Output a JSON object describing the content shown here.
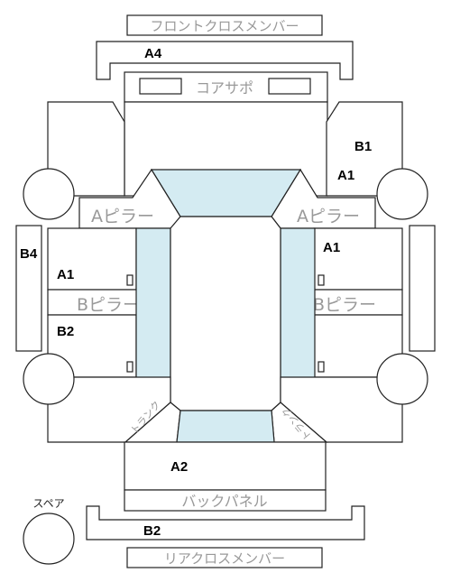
{
  "labels": {
    "front_cross_member": "フロントクロスメンバー",
    "core_support": "コアサポ",
    "a_pillar_left": "Aピラー",
    "a_pillar_right": "Aピラー",
    "b_pillar_left": "Bピラー",
    "b_pillar_right": "Bピラー",
    "back_panel": "バックパネル",
    "rear_cross_member": "リアクロスメンバー",
    "spare": "スペア",
    "trunk_left": "トランク",
    "trunk_right": "トランク"
  },
  "grades": {
    "a4": "A4",
    "b1": "B1",
    "a1_right_upper": "A1",
    "a1_right_door": "A1",
    "b4": "B4",
    "a1_left_door": "A1",
    "b2_left_door": "B2",
    "a2": "A2",
    "b2_rear": "B2"
  },
  "colors": {
    "glass": "#d4ebf2",
    "outline": "#222222",
    "label_grey": "#999999"
  }
}
